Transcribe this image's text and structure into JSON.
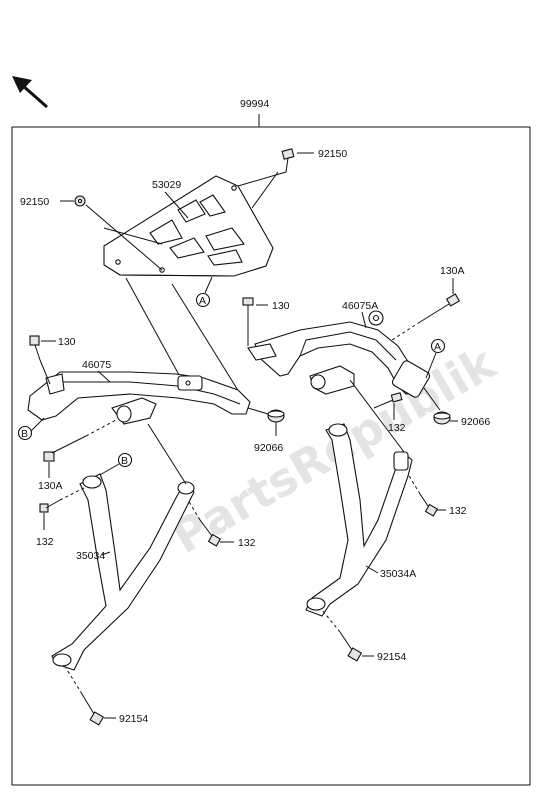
{
  "labels": {
    "kit": "99994",
    "bolt_top": "92150",
    "bolt_left": "92150",
    "carrier_plate": "53029",
    "bolt_130_mid": "130",
    "bolt_130_left": "130",
    "bolt_130A_right": "130A",
    "bolt_130A_left": "130A",
    "stay_right": "46075A",
    "stay_left": "46075",
    "damper_left": "92066",
    "damper_right": "92066",
    "bolt_132_right_upper": "132",
    "bolt_132_right_lower": "132",
    "bolt_132_left_mid": "132",
    "bolt_132_left_low": "132",
    "bracket_left": "35034",
    "bracket_right": "35034A",
    "bolt_92154_right": "92154",
    "bolt_92154_left": "92154"
  },
  "callouts": {
    "a_plate": "A",
    "a_right": "A",
    "b_left": "B",
    "b_lower": "B"
  },
  "watermark": "PartsRepublik",
  "icons": {
    "direction": "front-direction-arrow-icon",
    "gear": "gear-icon"
  }
}
